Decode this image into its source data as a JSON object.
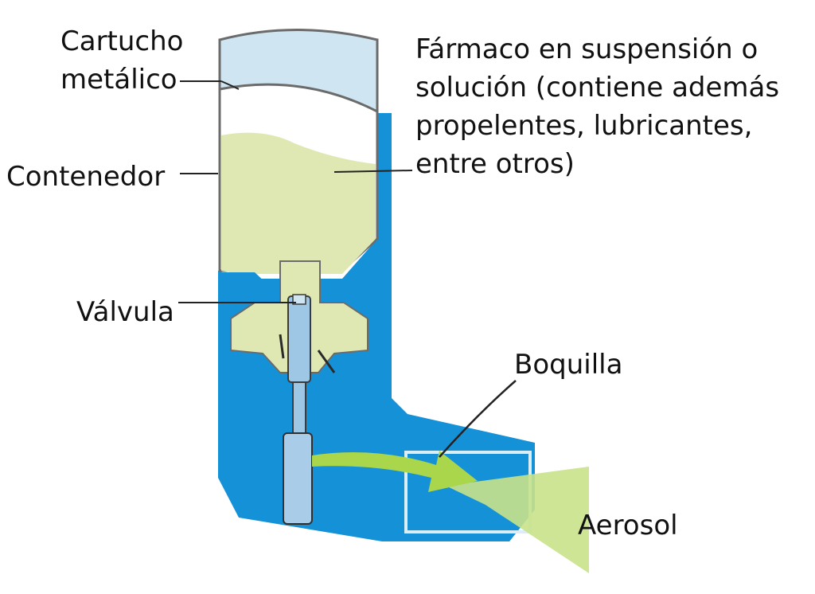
{
  "labels": {
    "cartucho_line1": "Cartucho",
    "cartucho_line2": "metálico",
    "farmaco_line1": "Fármaco en suspensión o",
    "farmaco_line2": "solución (contiene además",
    "farmaco_line3": "propelentes, lubricantes,",
    "farmaco_line4": "entre otros)",
    "contenedor": "Contenedor",
    "valvula": "Válvula",
    "boquilla": "Boquilla",
    "aerosol": "Aerosol"
  },
  "colors": {
    "canister": "#cfe6f2",
    "canister_outline": "#5a5a5a",
    "container_blue": "#1591d8",
    "container_blue_dark": "#0f7fc4",
    "medication": "#dfe8b2",
    "stem": "#9ec7e6",
    "spray": "#c8e28a",
    "spray_arrow": "#a9d64a",
    "leader_line": "#222222"
  }
}
